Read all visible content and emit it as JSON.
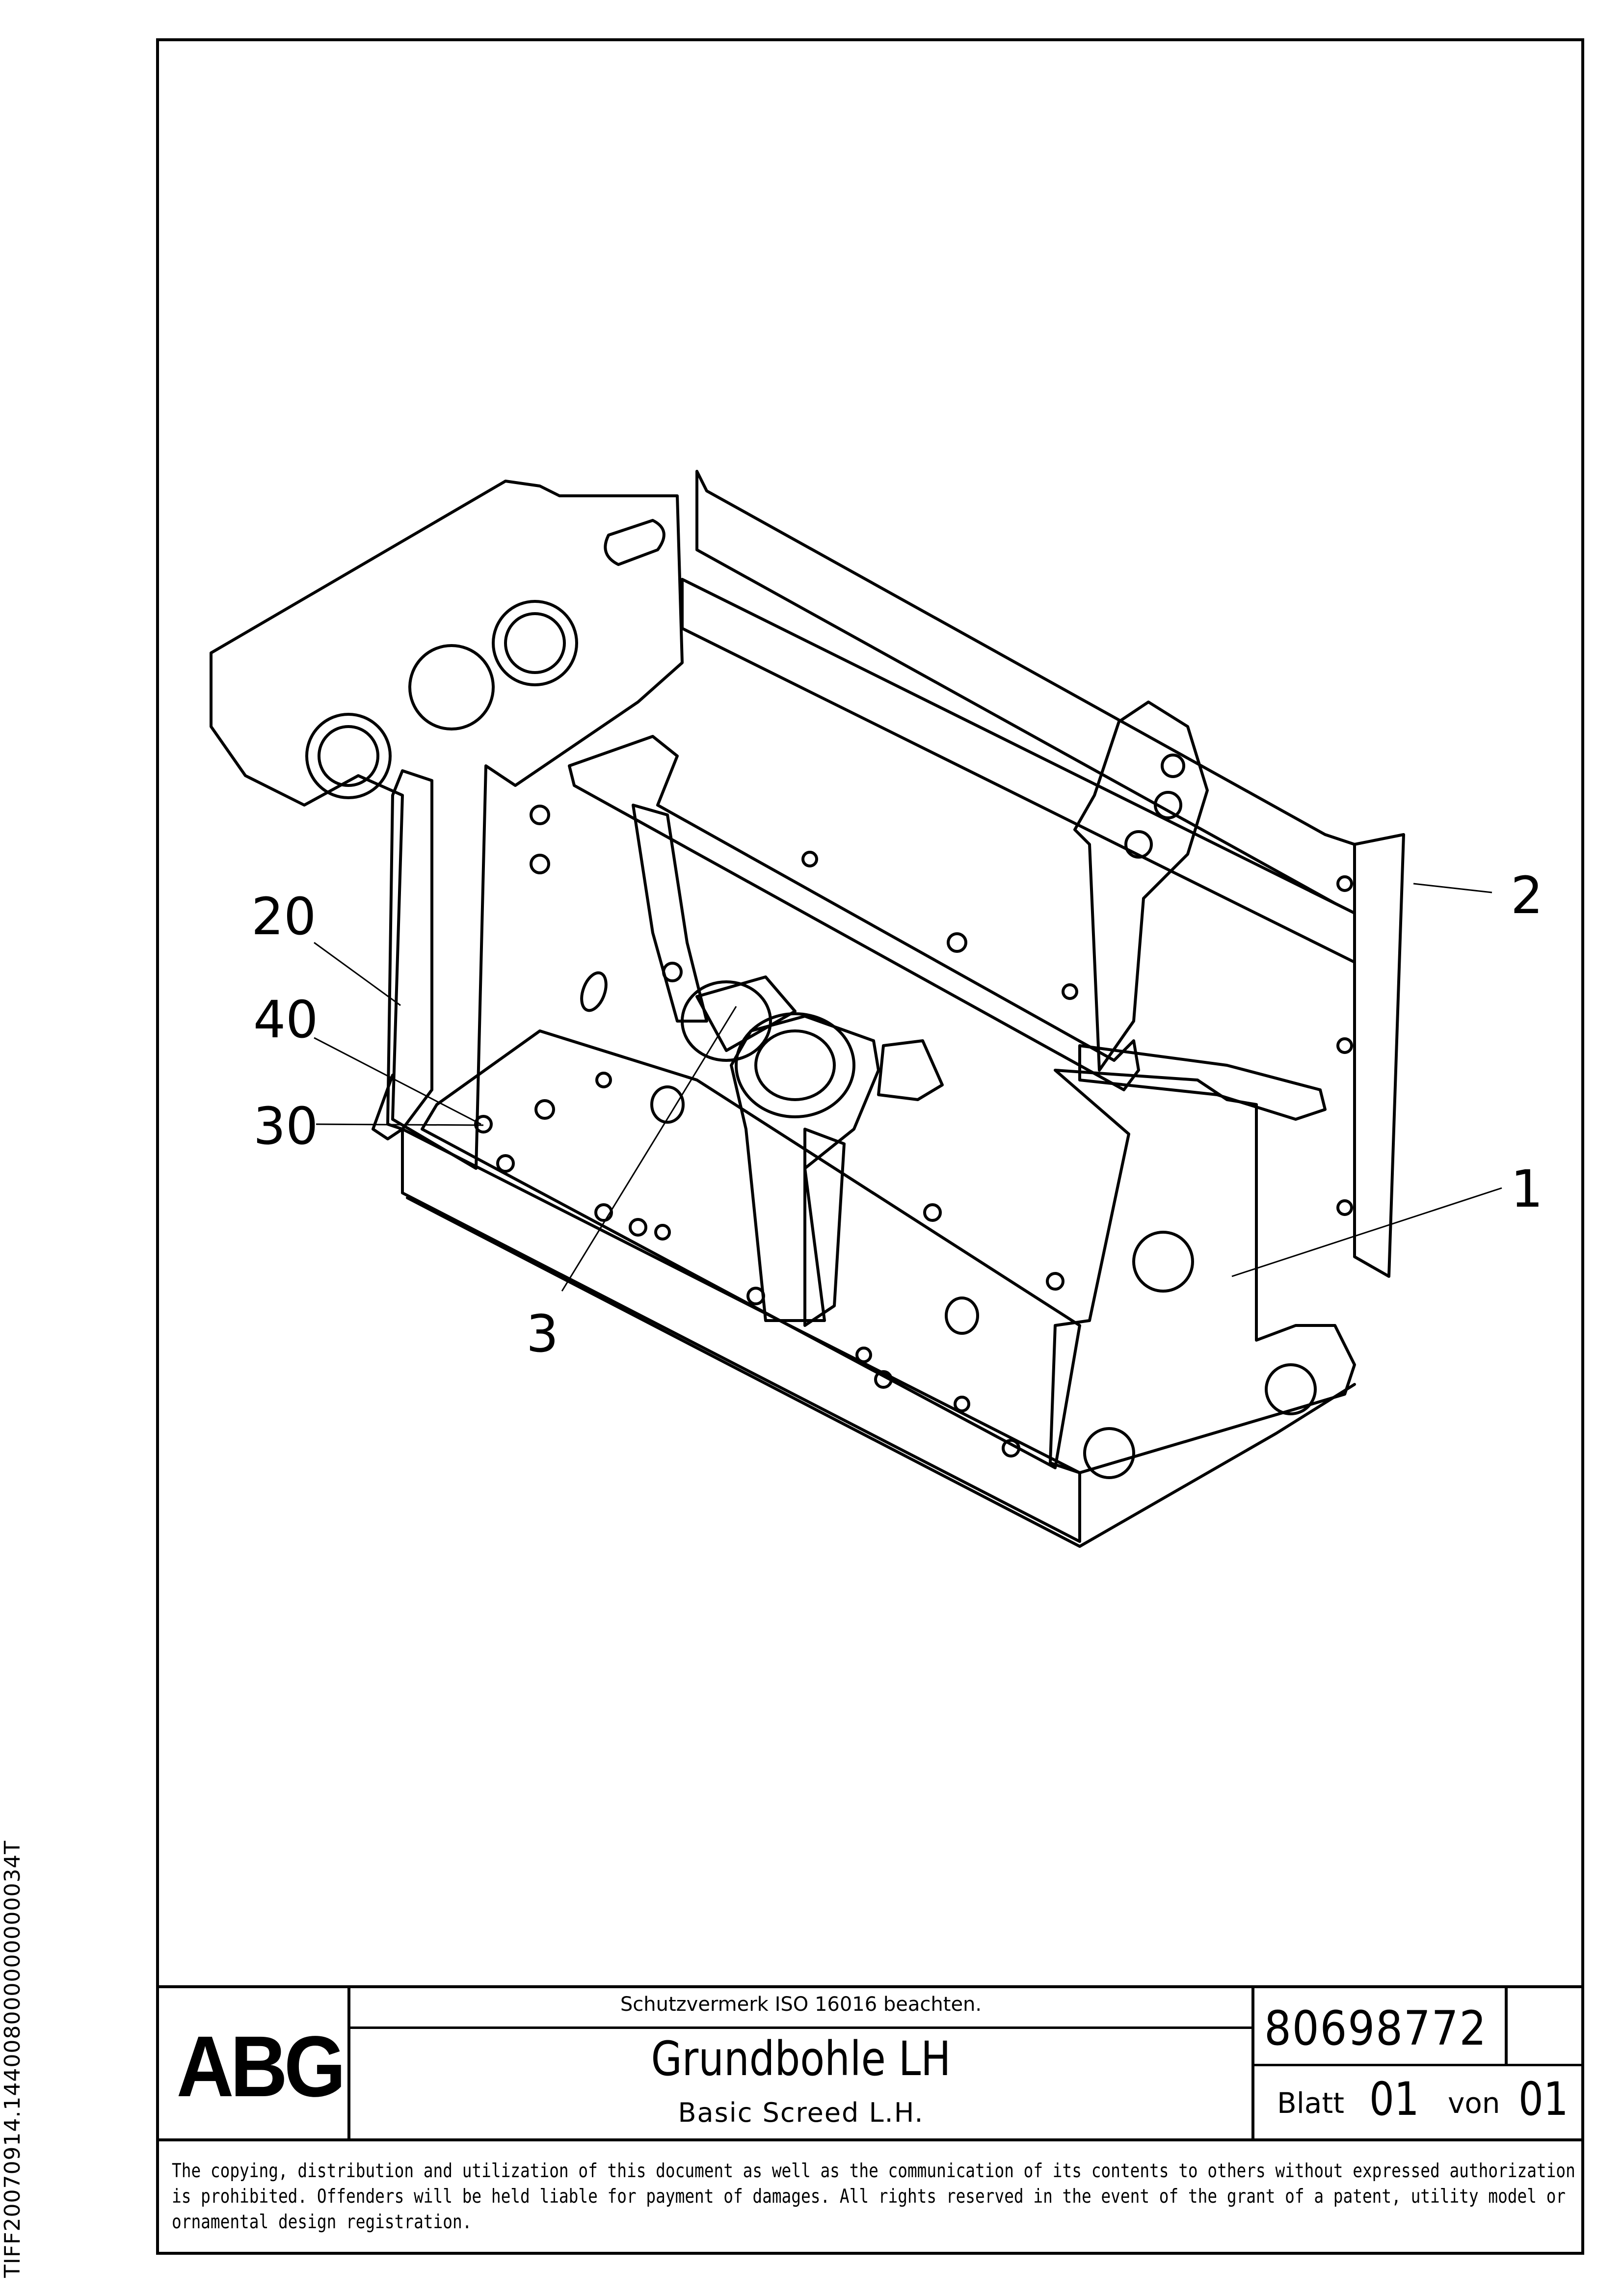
{
  "side_code": "TIFF20070914.144008000000000034T",
  "callouts": [
    {
      "id": "callout-20",
      "label": "20"
    },
    {
      "id": "callout-40",
      "label": "40"
    },
    {
      "id": "callout-30",
      "label": "30"
    },
    {
      "id": "callout-3",
      "label": "3"
    },
    {
      "id": "callout-2",
      "label": "2"
    },
    {
      "id": "callout-1",
      "label": "1"
    }
  ],
  "title_block": {
    "logo": "ABG",
    "protection_notice": "Schutzvermerk ISO 16016 beachten.",
    "title_de": "Grundbohle LH",
    "title_en": "Basic Screed L.H.",
    "drawing_number": "80698772",
    "sheet_label": "Blatt",
    "sheet_number": "01",
    "of_label": "von",
    "sheet_total": "01"
  },
  "copyright": {
    "line1": "The copying, distribution and utilization of this document as well as the communication of its contents to others without expressed authorization",
    "line2": "is prohibited. Offenders will be held liable for payment of damages. All rights reserved in the event of the grant of a patent, utility model or",
    "line3": "ornamental design registration."
  }
}
